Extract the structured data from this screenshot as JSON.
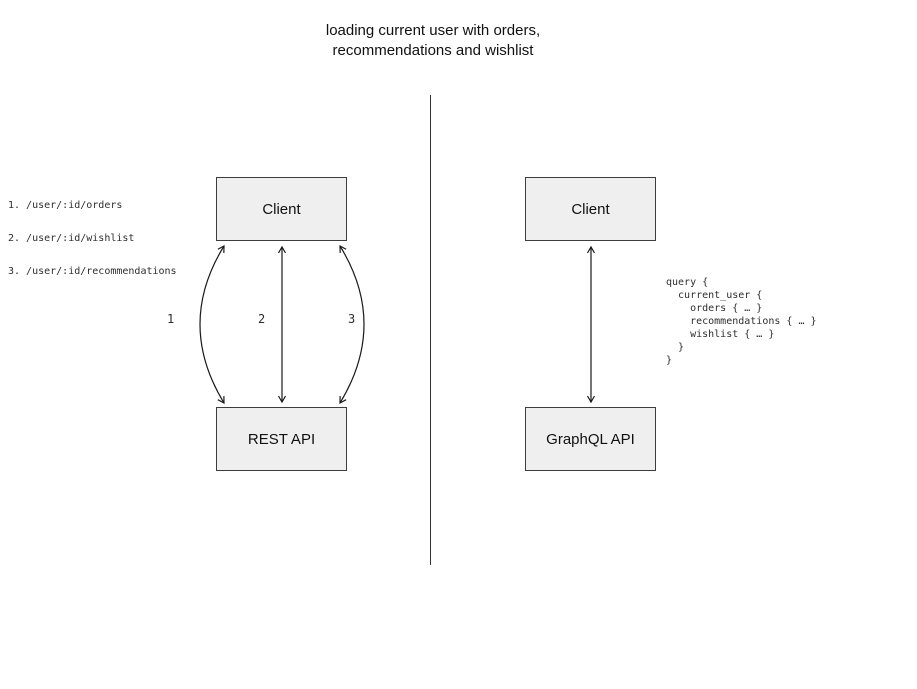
{
  "title": {
    "lines": [
      "loading current user with orders,",
      "recommendations and wishlist"
    ]
  },
  "left": {
    "client_label": "Client",
    "api_label": "REST API",
    "endpoints": [
      "1. /user/:id/orders",
      "2. /user/:id/wishlist",
      "3. /user/:id/recommendations"
    ],
    "arrow_labels": [
      "1",
      "2",
      "3"
    ]
  },
  "right": {
    "client_label": "Client",
    "api_label": "GraphQL API",
    "query": "query {\n  current_user {\n    orders { … }\n    recommendations { … }\n    wishlist { … }\n  }\n}"
  },
  "colors": {
    "box_fill": "#efefef",
    "box_border": "#3d3d3d",
    "stroke": "#1a1a1a"
  }
}
